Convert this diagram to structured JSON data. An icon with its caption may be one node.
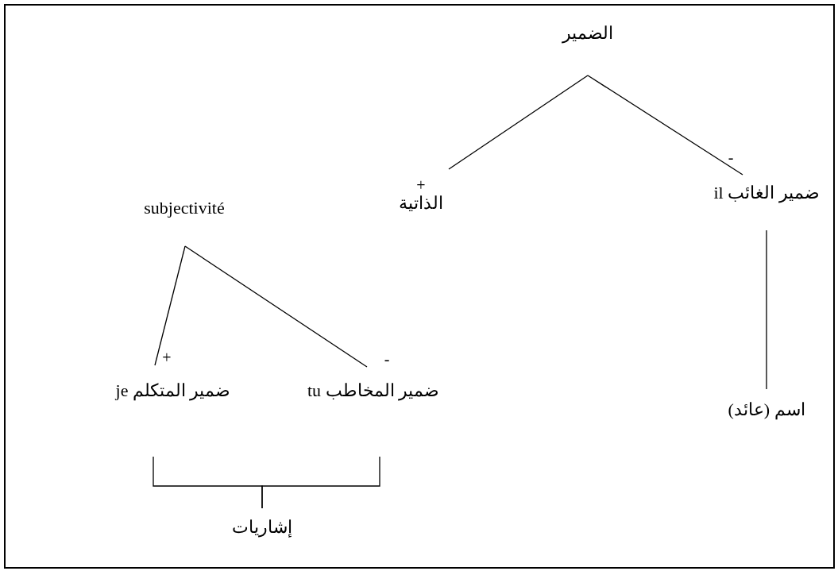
{
  "diagram": {
    "nodes": [
      {
        "text": [
          "الضمير"
        ]
      },
      {
        "text": [
          "الذاتية"
        ],
        "beside": [
          "+"
        ]
      },
      {
        "text": [
          "ضمير الغائب il"
        ],
        "beside": [
          "-"
        ]
      },
      {
        "text": [
          "subjectivité"
        ]
      },
      {
        "text": [
          "ضمير المتكلم je"
        ],
        "beside": [
          "+"
        ]
      },
      {
        "text": [
          "ضمير المخاطب tu"
        ],
        "beside": [
          "-"
        ]
      },
      {
        "text": [
          "اسم (عائد)"
        ]
      },
      {
        "text": [
          "إشاريات"
        ]
      }
    ],
    "edges": [
      {
        "from": 0,
        "to": 1,
        "arrow": "none"
      },
      {
        "from": 0,
        "to": 2,
        "arrow": "none"
      },
      {
        "from": 2,
        "to": 6,
        "arrow": "none"
      },
      {
        "from": 3,
        "to": 4,
        "arrow": "none"
      },
      {
        "from": 3,
        "to": 5,
        "arrow": "none"
      },
      {
        "from": 4,
        "to": 7,
        "arrow": "none"
      },
      {
        "from": 5,
        "to": 7,
        "arrow": "none"
      }
    ]
  }
}
